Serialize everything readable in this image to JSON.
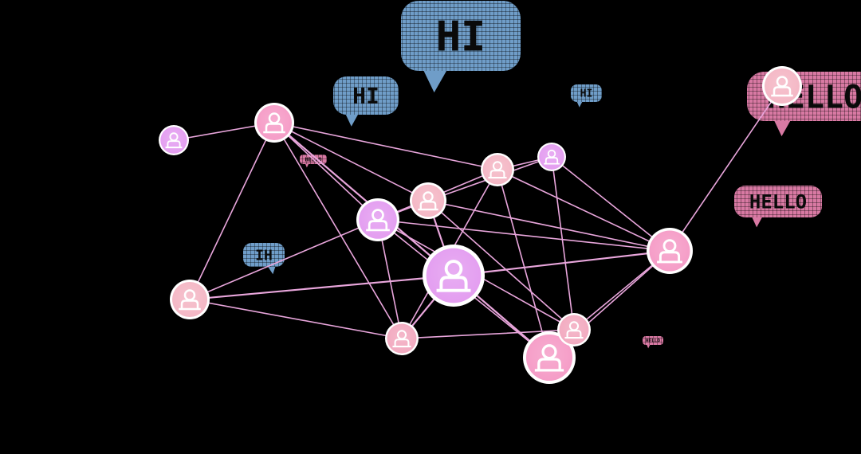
{
  "colors": {
    "background": "#000000",
    "link": "#e9a6dc",
    "node_pink": "#f59bc6",
    "node_violet": "#e39cf0",
    "node_peach": "#f4b6c4",
    "node_rose": "#f2a9bf",
    "ring": "#ffffff",
    "bubble_blue": "#6f9dc8",
    "bubble_pink": "#d879a3",
    "bubble_text": "#0a0a0a"
  },
  "bubbles": [
    {
      "id": "hi-large",
      "text": "HI",
      "color": "blue"
    },
    {
      "id": "hi-medium",
      "text": "HI",
      "color": "blue"
    },
    {
      "id": "hi-small",
      "text": "HI",
      "color": "blue"
    },
    {
      "id": "ih-mirrored",
      "text": "IH",
      "color": "blue"
    },
    {
      "id": "hello-large",
      "text": "HELLO",
      "color": "pink"
    },
    {
      "id": "hello-medium",
      "text": "HELLO",
      "color": "pink"
    },
    {
      "id": "hello-tiny-left",
      "text": "HELLO",
      "color": "pink"
    },
    {
      "id": "hello-tiny-right",
      "text": "HELLO",
      "color": "pink"
    }
  ],
  "nodes": [
    {
      "id": "n1",
      "color": "violet"
    },
    {
      "id": "n2",
      "color": "pink"
    },
    {
      "id": "n3",
      "color": "violet"
    },
    {
      "id": "n4",
      "color": "peach"
    },
    {
      "id": "n5",
      "color": "peach"
    },
    {
      "id": "n6",
      "color": "violet"
    },
    {
      "id": "n7",
      "color": "violet"
    },
    {
      "id": "n8",
      "color": "peach"
    },
    {
      "id": "n9",
      "color": "rose"
    },
    {
      "id": "n10",
      "color": "pink"
    },
    {
      "id": "n11",
      "color": "pink"
    },
    {
      "id": "n12",
      "color": "rose"
    },
    {
      "id": "n13",
      "color": "peach"
    }
  ],
  "icons": {
    "node": "user-icon",
    "bubble": "speech-bubble-icon"
  }
}
